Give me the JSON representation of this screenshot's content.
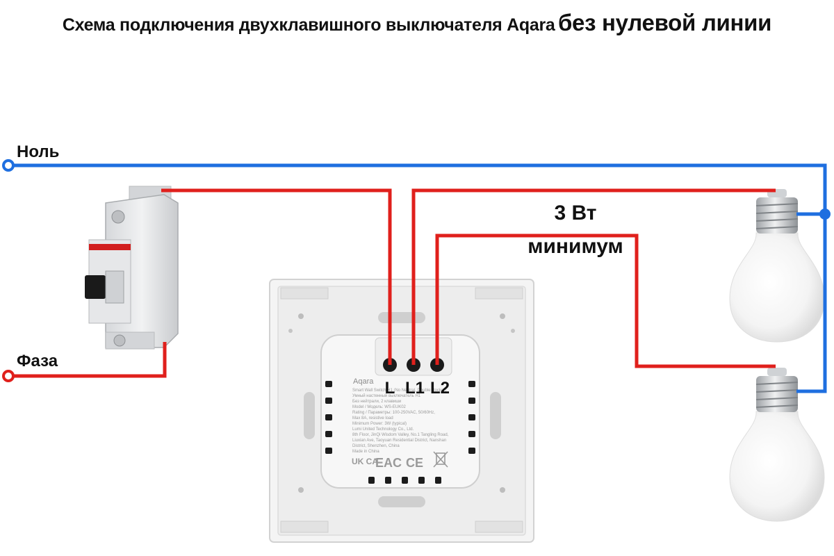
{
  "title": {
    "part1": "Схема подключения двухклавишного выключателя Aqara",
    "part2": "без нулевой линии"
  },
  "labels": {
    "neutral": "Ноль",
    "phase": "Фаза",
    "power_line1": "3 Вт",
    "power_line2": "минимум"
  },
  "terminals": [
    "L",
    "L1",
    "L2"
  ],
  "switch_face": {
    "brand": "Aqara",
    "lines": [
      "Smart Wall Switch H1 (No Neutral, Double Rocker)",
      "Умный настенный выключатель H1",
      "Без нейтрали, 2 клавиши",
      "Model / Модель: WS-EUK02",
      "Rating / Параметры: 100-250VAC, 50/60Hz,",
      "Max 8A, resistive load",
      "Minimum Power: 3W (typical)",
      "Lumi United Technology Co., Ltd.",
      "8th Floor, JinQi Wisdom Valley, No.1 Tangling Road,",
      "Liuxian Ave, Taoyuan Residential District, Nanshan",
      "District, Shenzhen, China",
      "Made in China"
    ],
    "marks": [
      "UK CA",
      "EAC",
      "CE"
    ]
  },
  "colors": {
    "neutral_wire": "#1f6fe0",
    "phase_wire": "#e0201c",
    "text": "#111111"
  }
}
